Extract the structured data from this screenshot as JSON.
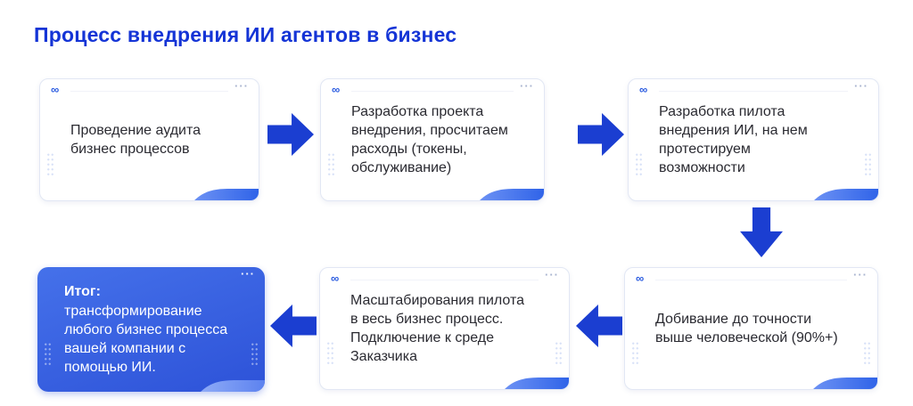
{
  "title": "Процесс внедрения ИИ агентов в бизнес",
  "icons": {
    "infinity": "∞",
    "more_options": "···"
  },
  "colors": {
    "title": "#1434d6",
    "arrow": "#1b3ed1",
    "card_bg": "#ffffff",
    "card_border": "#e2e7f4",
    "text": "#2a2a31",
    "dots": "#a9b4cf",
    "infinity": "#2a5be0",
    "swoosh_from": "#6d92f4",
    "swoosh_to": "#2f63e8",
    "result_card_from": "#4571ea",
    "result_card_to": "#2d52d8",
    "result_swoosh_from": "#8fabf7",
    "result_swoosh_to": "#5c82ef"
  },
  "cards": [
    {
      "text": "Проведение аудита бизнес процессов"
    },
    {
      "text": "Разработка проекта внедрения, просчитаем расходы (токены, обслуживание)"
    },
    {
      "text": "Разработка пилота внедрения ИИ, на нем протестируем возможности"
    },
    {
      "text": "Добивание до точности выше человеческой (90%+)"
    },
    {
      "text": "Масштабирования пилота в весь бизнес процесс. Подключение к среде Заказчика"
    },
    {
      "heading": "Итог:",
      "body": "трансформирование любого бизнес процесса вашей компании с помощью ИИ."
    }
  ],
  "flow": {
    "arrows": [
      "right",
      "right",
      "down",
      "left",
      "left"
    ]
  }
}
